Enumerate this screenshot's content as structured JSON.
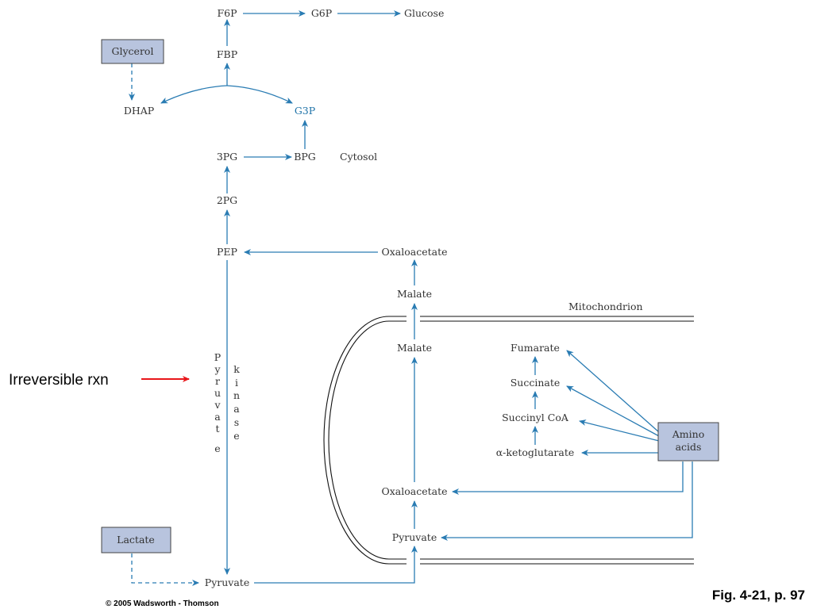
{
  "metabolites": {
    "f6p": "F6P",
    "g6p": "G6P",
    "glucose": "Glucose",
    "fbp": "FBP",
    "dhap": "DHAP",
    "g3p": "G3P",
    "pg3": "3PG",
    "bpg": "BPG",
    "pg2": "2PG",
    "pep": "PEP",
    "oaa_cyto": "Oxaloacetate",
    "malate_cyto": "Malate",
    "malate_mito": "Malate",
    "fumarate": "Fumarate",
    "succinate": "Succinate",
    "succinyl_coa": "Succinyl CoA",
    "akg": "α-ketoglutarate",
    "oaa_mito": "Oxaloacetate",
    "pyruvate_mito": "Pyruvate",
    "pyruvate_cyto": "Pyruvate"
  },
  "boxes": {
    "glycerol": "Glycerol",
    "lactate": "Lactate",
    "amino_line1": "Amino",
    "amino_line2": "acids"
  },
  "compartments": {
    "cytosol": "Cytosol",
    "mitochondrion": "Mitochondrion"
  },
  "enzyme": {
    "word1": [
      "P",
      "y",
      "r",
      "u",
      "v",
      "a",
      "t",
      "e"
    ],
    "word2": [
      "k",
      "i",
      "n",
      "a",
      "s",
      "e"
    ]
  },
  "annotation": {
    "text": "Irreversible rxn",
    "arrow_color": "#e8161a"
  },
  "footer": {
    "copyright": "© 2005 Wadsworth - Thomson",
    "figure_ref": "Fig. 4-21, p. 97"
  },
  "colors": {
    "arrow": "#2a7cb3",
    "box_fill": "#b8c4de",
    "g3p_text": "#1f73a8"
  }
}
